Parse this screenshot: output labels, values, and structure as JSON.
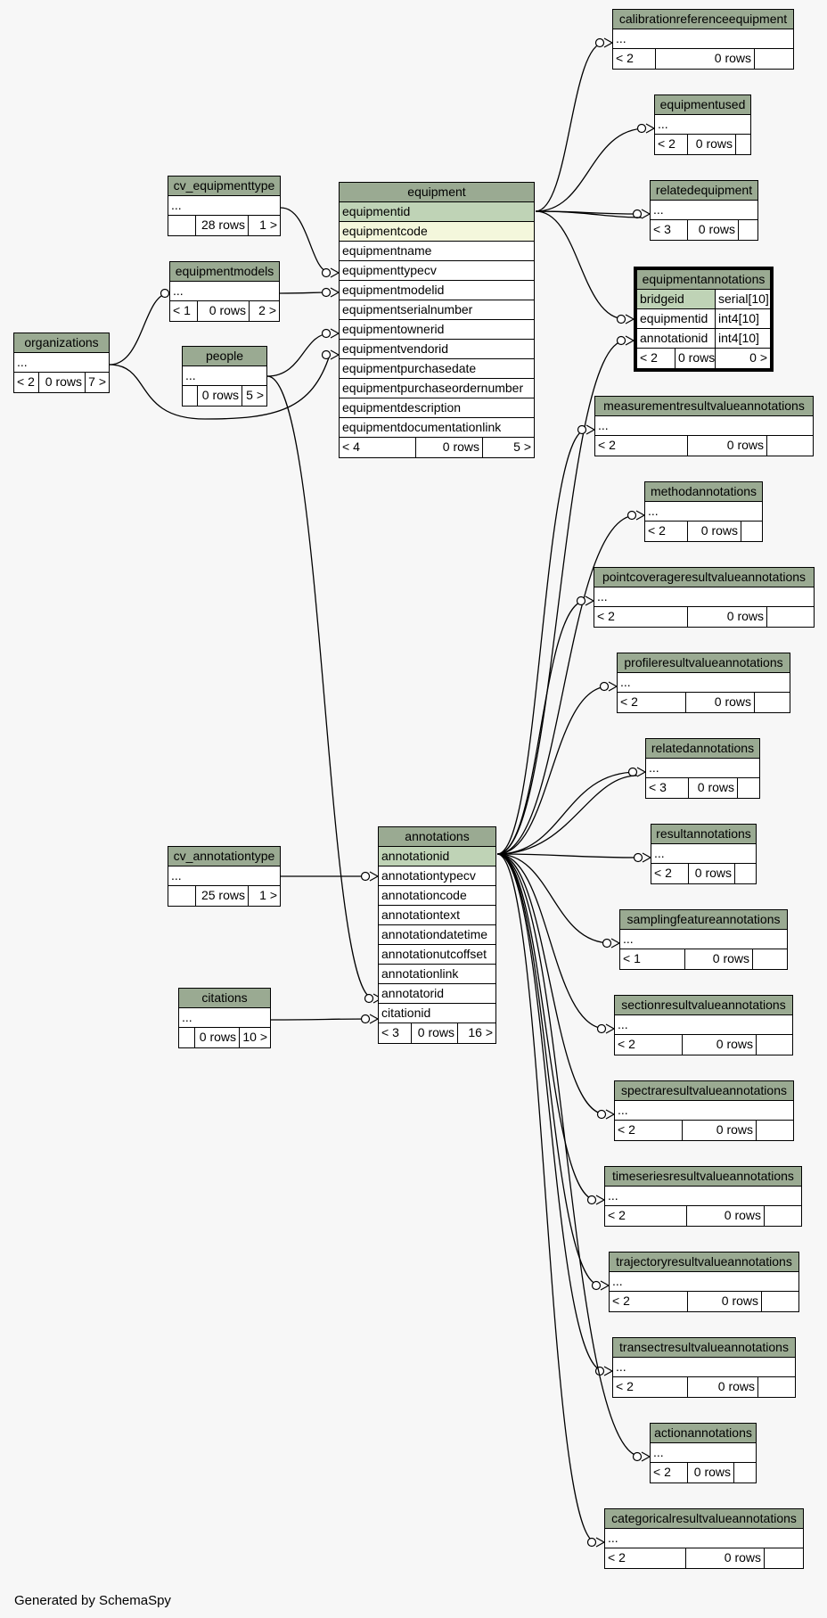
{
  "footer": "Generated by SchemaSpy",
  "tables": [
    {
      "id": "calibrationreferenceequipment",
      "name": "calibrationreferenceequipment",
      "cols": [],
      "counts": [
        "< 2",
        "0 rows",
        ""
      ]
    },
    {
      "id": "equipmentused",
      "name": "equipmentused",
      "cols": [],
      "counts": [
        "< 2",
        "0 rows",
        ""
      ]
    },
    {
      "id": "relatedequipment",
      "name": "relatedequipment",
      "cols": [],
      "counts": [
        "< 3",
        "0 rows",
        ""
      ]
    },
    {
      "id": "cv_equipmenttype",
      "name": "cv_equipmenttype",
      "cols": [],
      "counts": [
        "",
        "28 rows",
        "1 >"
      ]
    },
    {
      "id": "equipmentmodels",
      "name": "equipmentmodels",
      "cols": [],
      "counts": [
        "< 1",
        "0 rows",
        "2 >"
      ]
    },
    {
      "id": "organizations",
      "name": "organizations",
      "cols": [],
      "counts": [
        "< 2",
        "0 rows",
        "7 >"
      ]
    },
    {
      "id": "people",
      "name": "people",
      "cols": [],
      "counts": [
        "",
        "0 rows",
        "5 >"
      ]
    },
    {
      "id": "equipment",
      "name": "equipment",
      "cols": [
        {
          "name": "equipmentid",
          "pk": true
        },
        {
          "name": "equipmentcode",
          "hl": true
        },
        {
          "name": "equipmentname"
        },
        {
          "name": "equipmenttypecv"
        },
        {
          "name": "equipmentmodelid"
        },
        {
          "name": "equipmentserialnumber"
        },
        {
          "name": "equipmentownerid"
        },
        {
          "name": "equipmentvendorid"
        },
        {
          "name": "equipmentpurchasedate"
        },
        {
          "name": "equipmentpurchaseordernumber"
        },
        {
          "name": "equipmentdescription"
        },
        {
          "name": "equipmentdocumentationlink"
        }
      ],
      "counts": [
        "< 4",
        "0 rows",
        "5 >"
      ]
    },
    {
      "id": "equipmentannotations",
      "name": "equipmentannotations",
      "cols": [
        {
          "name": "bridgeid",
          "type": "serial[10]",
          "pk": true
        },
        {
          "name": "equipmentid",
          "type": "int4[10]"
        },
        {
          "name": "annotationid",
          "type": "int4[10]"
        }
      ],
      "counts": [
        "< 2",
        "0 rows",
        "0 >"
      ]
    },
    {
      "id": "measurementresultvalueannotations",
      "name": "measurementresultvalueannotations",
      "cols": [],
      "counts": [
        "< 2",
        "0 rows",
        ""
      ]
    },
    {
      "id": "methodannotations",
      "name": "methodannotations",
      "cols": [],
      "counts": [
        "< 2",
        "0 rows",
        ""
      ]
    },
    {
      "id": "pointcoverageresultvalueannotations",
      "name": "pointcoverageresultvalueannotations",
      "cols": [],
      "counts": [
        "< 2",
        "0 rows",
        ""
      ]
    },
    {
      "id": "profileresultvalueannotations",
      "name": "profileresultvalueannotations",
      "cols": [],
      "counts": [
        "< 2",
        "0 rows",
        ""
      ]
    },
    {
      "id": "relatedannotations",
      "name": "relatedannotations",
      "cols": [],
      "counts": [
        "< 3",
        "0 rows",
        ""
      ]
    },
    {
      "id": "resultannotations",
      "name": "resultannotations",
      "cols": [],
      "counts": [
        "< 2",
        "0 rows",
        ""
      ]
    },
    {
      "id": "samplingfeatureannotations",
      "name": "samplingfeatureannotations",
      "cols": [],
      "counts": [
        "< 1",
        "0 rows",
        ""
      ]
    },
    {
      "id": "sectionresultvalueannotations",
      "name": "sectionresultvalueannotations",
      "cols": [],
      "counts": [
        "< 2",
        "0 rows",
        ""
      ]
    },
    {
      "id": "spectraresultvalueannotations",
      "name": "spectraresultvalueannotations",
      "cols": [],
      "counts": [
        "< 2",
        "0 rows",
        ""
      ]
    },
    {
      "id": "timeseriesresultvalueannotations",
      "name": "timeseriesresultvalueannotations",
      "cols": [],
      "counts": [
        "< 2",
        "0 rows",
        ""
      ]
    },
    {
      "id": "trajectoryresultvalueannotations",
      "name": "trajectoryresultvalueannotations",
      "cols": [],
      "counts": [
        "< 2",
        "0 rows",
        ""
      ]
    },
    {
      "id": "transectresultvalueannotations",
      "name": "transectresultvalueannotations",
      "cols": [],
      "counts": [
        "< 2",
        "0 rows",
        ""
      ]
    },
    {
      "id": "actionannotations",
      "name": "actionannotations",
      "cols": [],
      "counts": [
        "< 2",
        "0 rows",
        ""
      ]
    },
    {
      "id": "categoricalresultvalueannotations",
      "name": "categoricalresultvalueannotations",
      "cols": [],
      "counts": [
        "< 2",
        "0 rows",
        ""
      ]
    },
    {
      "id": "cv_annotationtype",
      "name": "cv_annotationtype",
      "cols": [],
      "counts": [
        "",
        "25 rows",
        "1 >"
      ]
    },
    {
      "id": "citations",
      "name": "citations",
      "cols": [],
      "counts": [
        "",
        "0 rows",
        "10 >"
      ]
    },
    {
      "id": "annotations",
      "name": "annotations",
      "cols": [
        {
          "name": "annotationid",
          "pk": true
        },
        {
          "name": "annotationtypecv"
        },
        {
          "name": "annotationcode"
        },
        {
          "name": "annotationtext"
        },
        {
          "name": "annotationdatetime"
        },
        {
          "name": "annotationutcoffset"
        },
        {
          "name": "annotationlink"
        },
        {
          "name": "annotatorid"
        },
        {
          "name": "citationid"
        }
      ],
      "counts": [
        "< 3",
        "0 rows",
        "16 >"
      ]
    }
  ],
  "ellipsis": "...",
  "relationships": [
    {
      "from": "equipment.equipmentid",
      "to": "calibrationreferenceequipment"
    },
    {
      "from": "equipment.equipmentid",
      "to": "equipmentused"
    },
    {
      "from": "equipment.equipmentid",
      "to": "relatedequipment"
    },
    {
      "from": "equipment.equipmentid",
      "to": "relatedequipment"
    },
    {
      "from": "equipment.equipmentid",
      "to": "equipmentannotations.equipmentid"
    },
    {
      "from": "cv_equipmenttype",
      "to": "equipment.equipmenttypecv"
    },
    {
      "from": "equipmentmodels",
      "to": "equipment.equipmentmodelid"
    },
    {
      "from": "organizations",
      "to": "equipmentmodels"
    },
    {
      "from": "organizations",
      "to": "equipment.equipmentvendorid"
    },
    {
      "from": "people",
      "to": "equipment.equipmentownerid"
    },
    {
      "from": "people",
      "to": "annotations.annotatorid"
    },
    {
      "from": "cv_annotationtype",
      "to": "annotations.annotationtypecv"
    },
    {
      "from": "citations",
      "to": "annotations.citationid"
    },
    {
      "from": "annotations.annotationid",
      "to": "equipmentannotations.annotationid"
    },
    {
      "from": "annotations.annotationid",
      "to": "measurementresultvalueannotations"
    },
    {
      "from": "annotations.annotationid",
      "to": "methodannotations"
    },
    {
      "from": "annotations.annotationid",
      "to": "pointcoverageresultvalueannotations"
    },
    {
      "from": "annotations.annotationid",
      "to": "profileresultvalueannotations"
    },
    {
      "from": "annotations.annotationid",
      "to": "relatedannotations"
    },
    {
      "from": "annotations.annotationid",
      "to": "relatedannotations"
    },
    {
      "from": "annotations.annotationid",
      "to": "resultannotations"
    },
    {
      "from": "annotations.annotationid",
      "to": "samplingfeatureannotations"
    },
    {
      "from": "annotations.annotationid",
      "to": "sectionresultvalueannotations"
    },
    {
      "from": "annotations.annotationid",
      "to": "spectraresultvalueannotations"
    },
    {
      "from": "annotations.annotationid",
      "to": "timeseriesresultvalueannotations"
    },
    {
      "from": "annotations.annotationid",
      "to": "trajectoryresultvalueannotations"
    },
    {
      "from": "annotations.annotationid",
      "to": "transectresultvalueannotations"
    },
    {
      "from": "annotations.annotationid",
      "to": "actionannotations"
    },
    {
      "from": "annotations.annotationid",
      "to": "categoricalresultvalueannotations"
    }
  ]
}
